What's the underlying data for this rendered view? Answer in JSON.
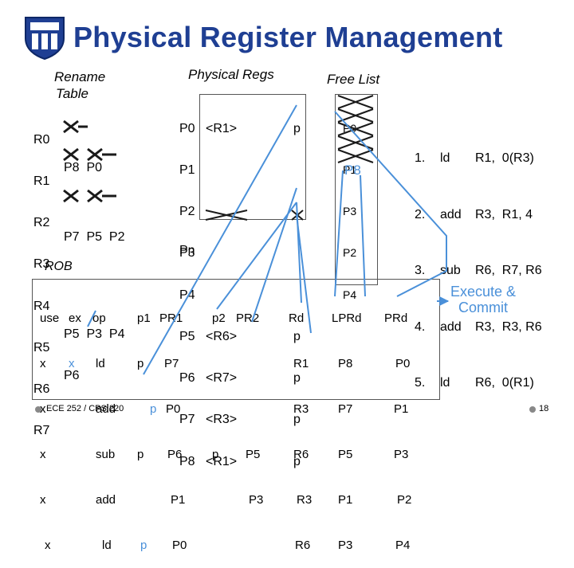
{
  "title": "Physical Register Management",
  "rename_table": {
    "heading_line1": "Rename",
    "heading_line2": "Table",
    "rows": [
      {
        "reg": "R0",
        "entries": ""
      },
      {
        "reg": "R1",
        "entries": "P8  P0"
      },
      {
        "reg": "R2",
        "entries": ""
      },
      {
        "reg": "R3",
        "entries": "P7  P5  P2"
      },
      {
        "reg": "R4",
        "entries": ""
      },
      {
        "reg": "R5",
        "entries": ""
      },
      {
        "reg": "R6",
        "entries": "P5  P3  P4"
      },
      {
        "reg": "R7",
        "entries": "P6"
      }
    ]
  },
  "physical_regs": {
    "heading": "Physical Regs",
    "rows": [
      {
        "name": "P0",
        "value": "<R1>",
        "p": "p"
      },
      {
        "name": "P1",
        "value": "",
        "p": ""
      },
      {
        "name": "P2",
        "value": "",
        "p": ""
      },
      {
        "name": "P3",
        "value": "",
        "p": ""
      },
      {
        "name": "P4",
        "value": "",
        "p": ""
      },
      {
        "name": "P5",
        "value": "<R6>",
        "p": "p"
      },
      {
        "name": "P6",
        "value": "<R7>",
        "p": "p"
      },
      {
        "name": "P7",
        "value": "<R3>",
        "p": "p"
      },
      {
        "name": "P8",
        "value": "<R1>",
        "p": "p"
      }
    ],
    "last": "Pn"
  },
  "free_list": {
    "heading": "Free List",
    "items": [
      "P0",
      "P1",
      "P3",
      "P2",
      "P4",
      "P8"
    ]
  },
  "instructions": [
    {
      "num": "1.",
      "op": "ld",
      "args": "R1,  0(R3)"
    },
    {
      "num": "2.",
      "op": "add",
      "args": "R3,  R1, 4"
    },
    {
      "num": "3.",
      "op": "sub",
      "args": "R6,  R7, R6"
    },
    {
      "num": "4.",
      "op": "add",
      "args": "R3,  R3, R6"
    },
    {
      "num": "5.",
      "op": "ld",
      "args": "R6,  0(R1)"
    }
  ],
  "rob": {
    "label": "ROB",
    "headers": [
      "use",
      "ex",
      "op",
      "p1",
      "PR1",
      "p2",
      "PR2",
      "Rd",
      "LPRd",
      "PRd"
    ],
    "rows": [
      {
        "use": "x",
        "ex": "x",
        "op": "ld",
        "p1": "p",
        "pr1": "P7",
        "p2": "",
        "pr2": "",
        "rd": "R1",
        "lprd": "P8",
        "prd": "P0"
      },
      {
        "use": "x",
        "ex": "",
        "op": "add",
        "p1": "p",
        "pr1": "P0",
        "p2": "",
        "pr2": "",
        "rd": "R3",
        "lprd": "P7",
        "prd": "P1"
      },
      {
        "use": "x",
        "ex": "",
        "op": "sub",
        "p1": "p",
        "pr1": "P6",
        "p2": "p",
        "pr2": "P5",
        "rd": "R6",
        "lprd": "P5",
        "prd": "P3"
      },
      {
        "use": "x",
        "ex": "",
        "op": "add",
        "p1": "",
        "pr1": "P1",
        "p2": "",
        "pr2": "P3",
        "rd": "R3",
        "lprd": "P1",
        "prd": "P2"
      },
      {
        "use": "x",
        "ex": "",
        "op": "ld",
        "p1": "p",
        "pr1": "P0",
        "p2": "",
        "pr2": "",
        "rd": "R6",
        "lprd": "P3",
        "prd": "P4"
      }
    ]
  },
  "execute_commit": "Execute &\nCommit",
  "footer": "ECE 252 / CPS 220",
  "page_number": "18",
  "colors": {
    "title": "#1f3f93",
    "accent": "#4a90d9",
    "logo": "#1f3f93"
  }
}
